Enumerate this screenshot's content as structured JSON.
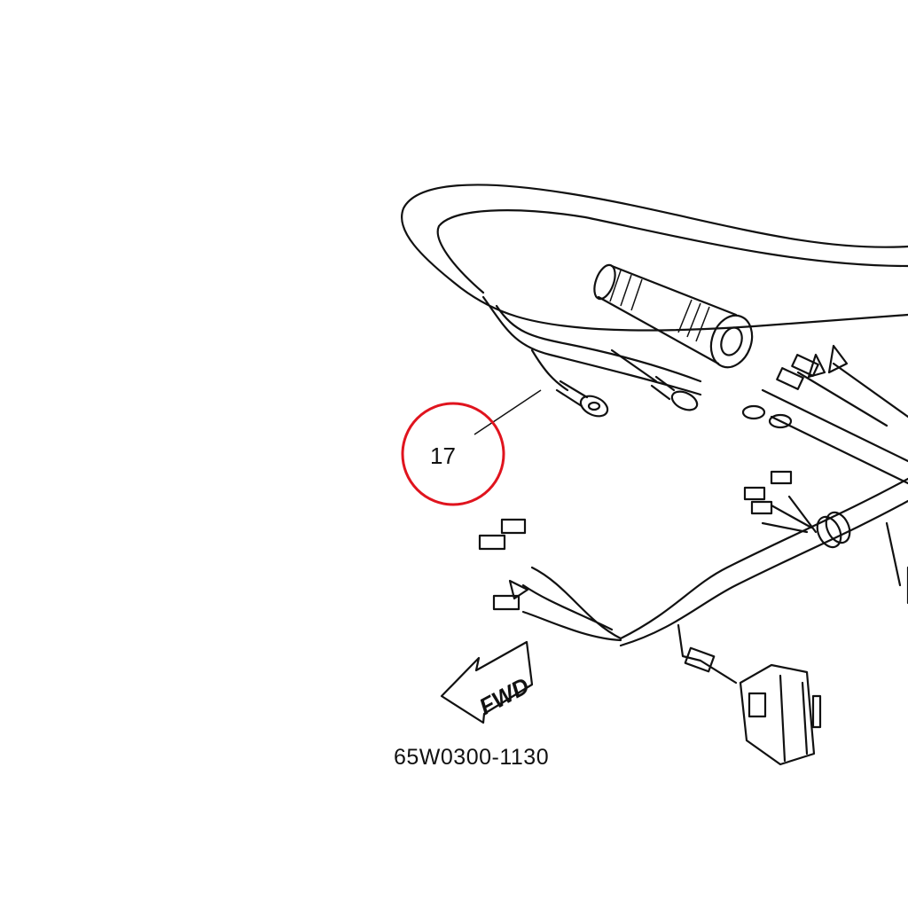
{
  "diagram": {
    "callout": {
      "number": "17",
      "highlight_color": "#e0141e"
    },
    "direction_arrow": {
      "label": "FWD"
    },
    "part_number": "65W0300-1130",
    "line_color": "#111111"
  }
}
